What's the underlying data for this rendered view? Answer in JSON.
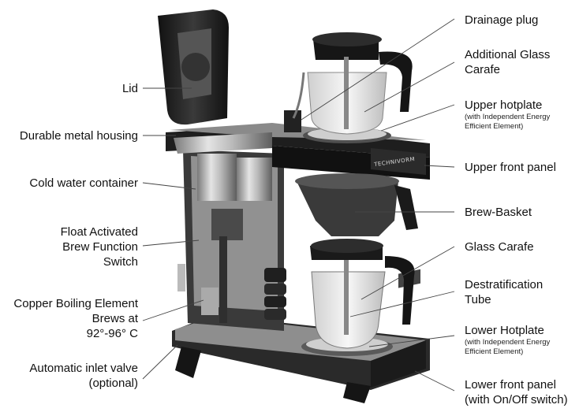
{
  "labels_left": [
    {
      "id": "lid",
      "lines": [
        "Lid"
      ]
    },
    {
      "id": "housing",
      "lines": [
        "Durable metal housing"
      ]
    },
    {
      "id": "cold-water",
      "lines": [
        "Cold water container"
      ]
    },
    {
      "id": "float-switch",
      "lines": [
        "Float Activated",
        "Brew Function",
        "Switch"
      ]
    },
    {
      "id": "boiling-element",
      "lines": [
        "Copper Boiling Element",
        "Brews at",
        "92°-96° C"
      ]
    },
    {
      "id": "inlet-valve",
      "lines": [
        "Automatic inlet valve",
        "(optional)"
      ]
    }
  ],
  "labels_right": [
    {
      "id": "drainage-plug",
      "lines": [
        "Drainage plug"
      ],
      "sub": []
    },
    {
      "id": "additional-carafe",
      "lines": [
        "Additional Glass",
        "Carafe"
      ],
      "sub": []
    },
    {
      "id": "upper-hotplate",
      "lines": [
        "Upper hotplate"
      ],
      "sub": [
        "(with Independent Energy",
        "Efficient Element)"
      ]
    },
    {
      "id": "upper-front-panel",
      "lines": [
        "Upper front panel"
      ],
      "sub": []
    },
    {
      "id": "brew-basket",
      "lines": [
        "Brew-Basket"
      ],
      "sub": []
    },
    {
      "id": "glass-carafe",
      "lines": [
        "Glass Carafe"
      ],
      "sub": []
    },
    {
      "id": "destratification",
      "lines": [
        "Destratification",
        "Tube"
      ],
      "sub": []
    },
    {
      "id": "lower-hotplate",
      "lines": [
        "Lower Hotplate"
      ],
      "sub": [
        "(with Independent Energy",
        "Efficient Element)"
      ]
    },
    {
      "id": "lower-front-panel",
      "lines": [
        "Lower front panel",
        "(with On/Off switch)"
      ],
      "sub": []
    }
  ],
  "brand_text": "TECHNIVORM"
}
